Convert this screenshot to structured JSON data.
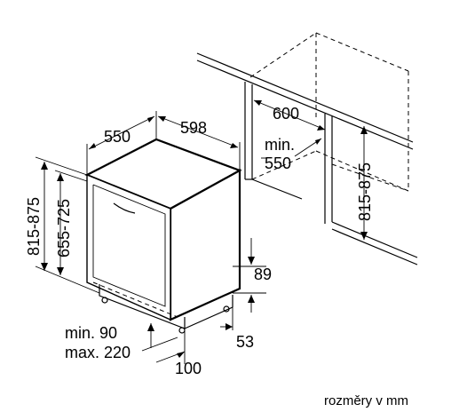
{
  "labels": {
    "width_top": "598",
    "depth_top": "550",
    "niche_width": "600",
    "niche_min_label": "min.",
    "niche_min_value": "550",
    "height_total": "815-875",
    "height_door": "655-725",
    "niche_height": "815-875",
    "plinth_height": "89",
    "toe_offset": "53",
    "door_depth": "100",
    "clearance_min": "min. 90",
    "clearance_max": "max. 220",
    "units_caption": "rozměry v mm"
  }
}
